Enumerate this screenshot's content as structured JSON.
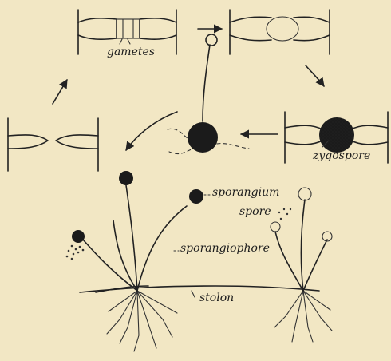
{
  "labels": {
    "gametes": "gametes",
    "zygospore": "zygospore",
    "sporangium": "sporangium",
    "spore": "spore",
    "sporangiophore": "sporangiophore",
    "stolon": "stolon"
  },
  "colors": {
    "paper": "#f2e7c4",
    "ink": "#222222"
  }
}
